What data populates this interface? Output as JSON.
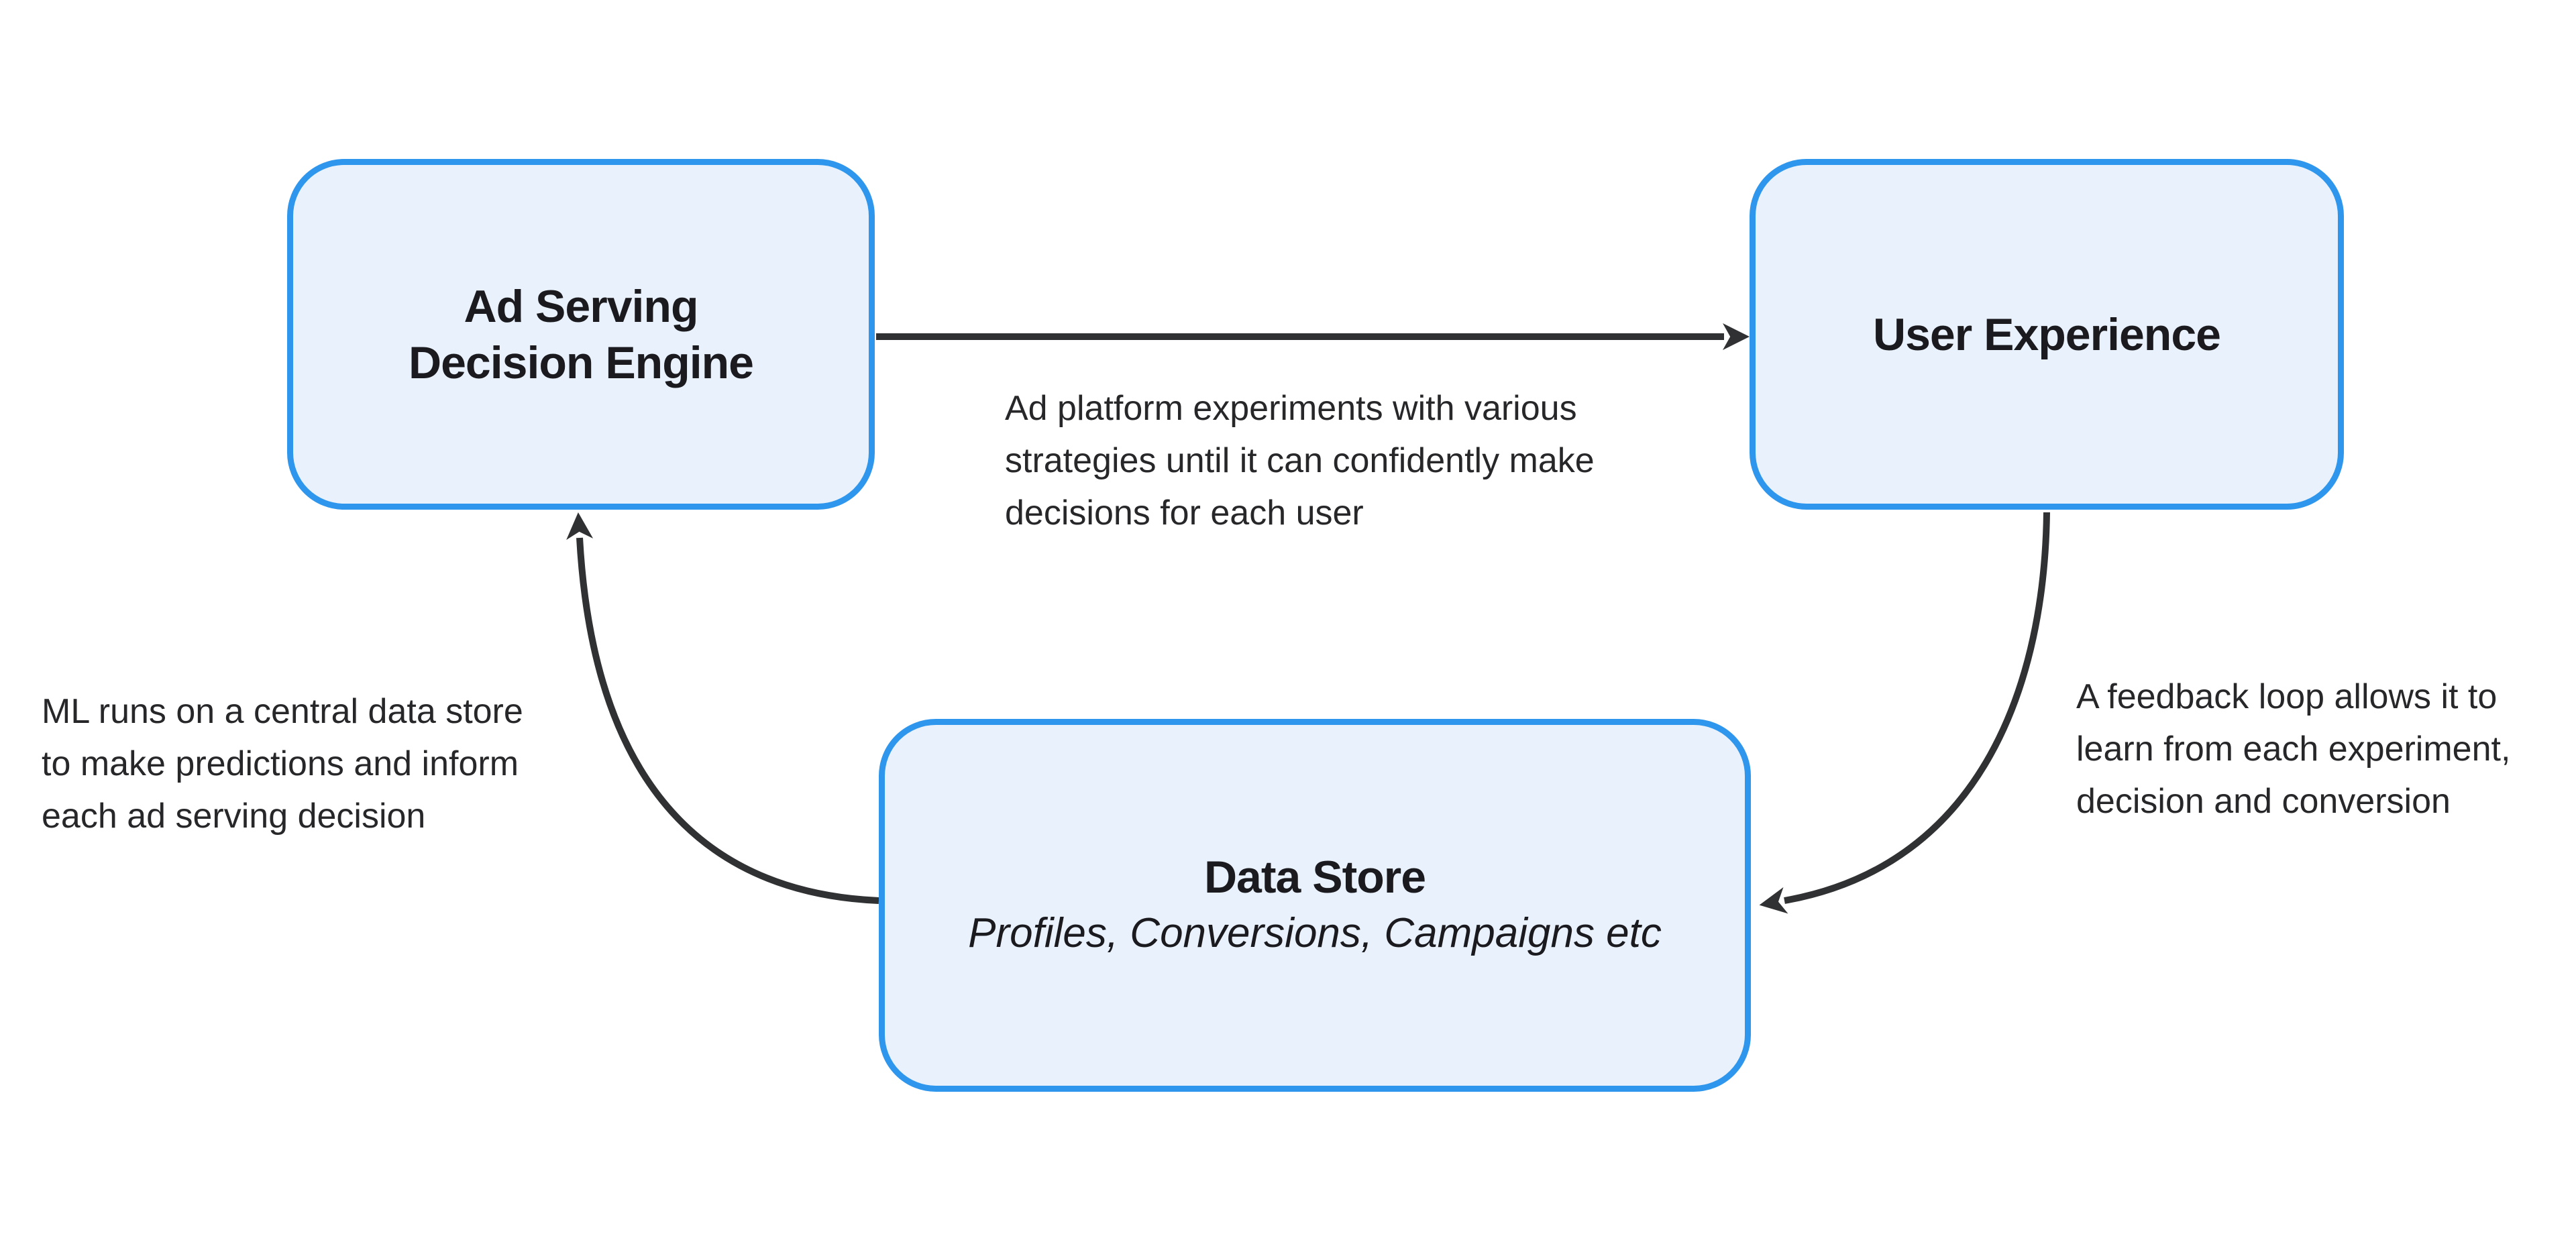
{
  "diagram": {
    "type": "feedback-loop-flow",
    "nodes": [
      {
        "id": "ad-serving-decision-engine",
        "label": "Ad Serving\nDecision Engine"
      },
      {
        "id": "user-experience",
        "label": "User Experience"
      },
      {
        "id": "data-store",
        "label": "Data Store",
        "sublabel": "Profiles, Conversions, Campaigns etc"
      }
    ],
    "edges": [
      {
        "from": "ad-serving-decision-engine",
        "to": "user-experience",
        "annotation": "Ad platform experiments with various\nstrategies until it can confidently make\ndecisions for each user"
      },
      {
        "from": "user-experience",
        "to": "data-store",
        "annotation": "A feedback loop allows it to\nlearn from each experiment,\ndecision and conversion"
      },
      {
        "from": "data-store",
        "to": "ad-serving-decision-engine",
        "annotation": "ML runs on a central data store\nto make predictions and inform\neach ad serving decision"
      }
    ],
    "colors": {
      "node_fill": "#E9F2FC",
      "node_border": "#2E96EC",
      "arrow": "#303133",
      "title_text": "#1B1B1F",
      "annotation_text": "#27272A",
      "background": "#FFFFFF"
    }
  }
}
